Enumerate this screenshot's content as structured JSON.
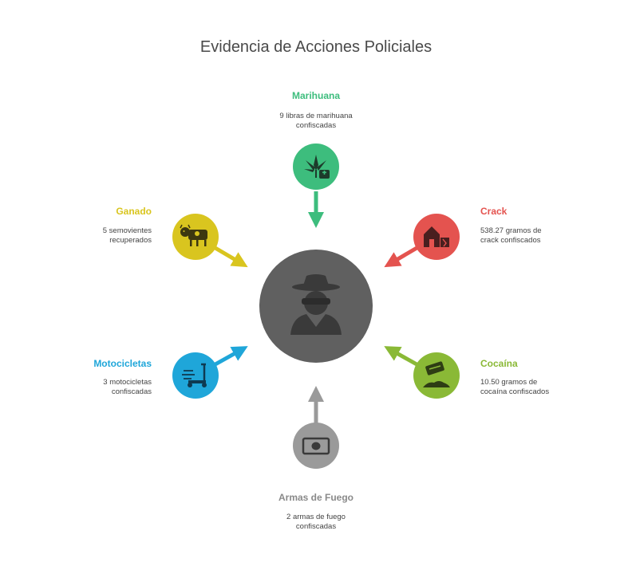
{
  "title": "Evidencia de Acciones Policiales",
  "center": {
    "icon": "spy-detective-icon",
    "color": "#606060"
  },
  "items": [
    {
      "id": "marihuana",
      "label": "Marihuana",
      "desc": [
        "9 libras de marihuana",
        "confiscadas"
      ],
      "color": "#3dbd7d",
      "icon": "cannabis-leaf-icon"
    },
    {
      "id": "crack",
      "label": "Crack",
      "desc": [
        "538.27 gramos de",
        "crack confiscados"
      ],
      "color": "#e4534f",
      "icon": "crack-house-icon"
    },
    {
      "id": "cocaina",
      "label": "Cocaína",
      "desc": [
        "10.50 gramos de",
        "cocaína confiscados"
      ],
      "color": "#8ab936",
      "icon": "razor-blade-powder-icon"
    },
    {
      "id": "armas",
      "label": "Armas de Fuego",
      "desc": [
        "2 armas de fuego",
        "confiscadas"
      ],
      "color": "#9a9a9a",
      "icon": "money-bill-icon"
    },
    {
      "id": "motocicletas",
      "label": "Motocicletas",
      "desc": [
        "3 motocicletas",
        "confiscadas"
      ],
      "color": "#1fa6d9",
      "icon": "scooter-icon"
    },
    {
      "id": "ganado",
      "label": "Ganado",
      "desc": [
        "5 semovientes",
        "recuperados"
      ],
      "color": "#d9c51f",
      "icon": "cow-icon"
    }
  ]
}
